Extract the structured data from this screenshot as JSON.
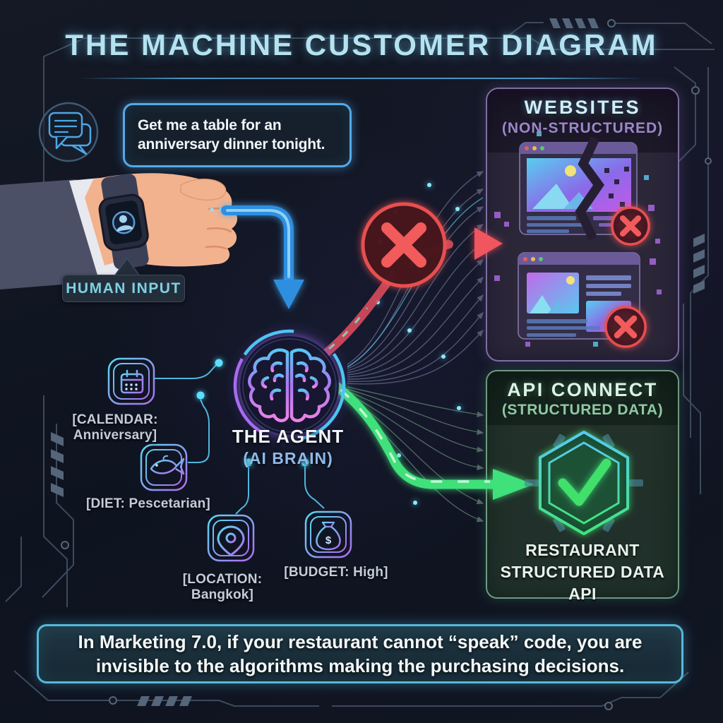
{
  "title": "THE MACHINE CUSTOMER DIAGRAM",
  "human_input": {
    "icon": "chat-bubbles-icon",
    "speech_text": "Get me a table for an anniversary dinner tonight.",
    "label": "HUMAN INPUT",
    "device": "smartwatch-with-user-avatar"
  },
  "agent": {
    "icon": "brain-icon",
    "title": "THE AGENT",
    "subtitle": "(AI BRAIN)"
  },
  "preferences": [
    {
      "icon": "calendar-icon",
      "label": "[CALENDAR: Anniversary]"
    },
    {
      "icon": "fish-icon",
      "label": "[DIET: Pescetarian]"
    },
    {
      "icon": "location-pin-icon",
      "label": "[LOCATION: Bangkok]"
    },
    {
      "icon": "money-bag-icon",
      "label": "[BUDGET: High]"
    }
  ],
  "websites_panel": {
    "title": "WEBSITES",
    "subtitle": "(NON-STRUCTURED)",
    "status_icon": "error-x-icon"
  },
  "api_panel": {
    "title": "API CONNECT",
    "subtitle": "(STRUCTURED DATA)",
    "badge_icon": "checkmark-hexagon-icon",
    "caption_line1": "RESTAURANT",
    "caption_line2": "STRUCTURED DATA API"
  },
  "footer": {
    "quote": "In Marketing 7.0, if your restaurant cannot “speak” code, you are invisible to the algorithms making the purchasing decisions."
  },
  "icons": {
    "dollar_glyph": "$"
  },
  "colors": {
    "background": "#10151e",
    "accent_cyan": "#5ad2f0",
    "accent_blue": "#2e8fe0",
    "accent_purple": "#a86cf0",
    "accent_magenta": "#e87ae8",
    "error_red": "#f05555",
    "success_green": "#42e57a",
    "title_text": "#b5e2f0",
    "label_text": "#c3ccd8",
    "frame_line": "#3d4a5c"
  }
}
